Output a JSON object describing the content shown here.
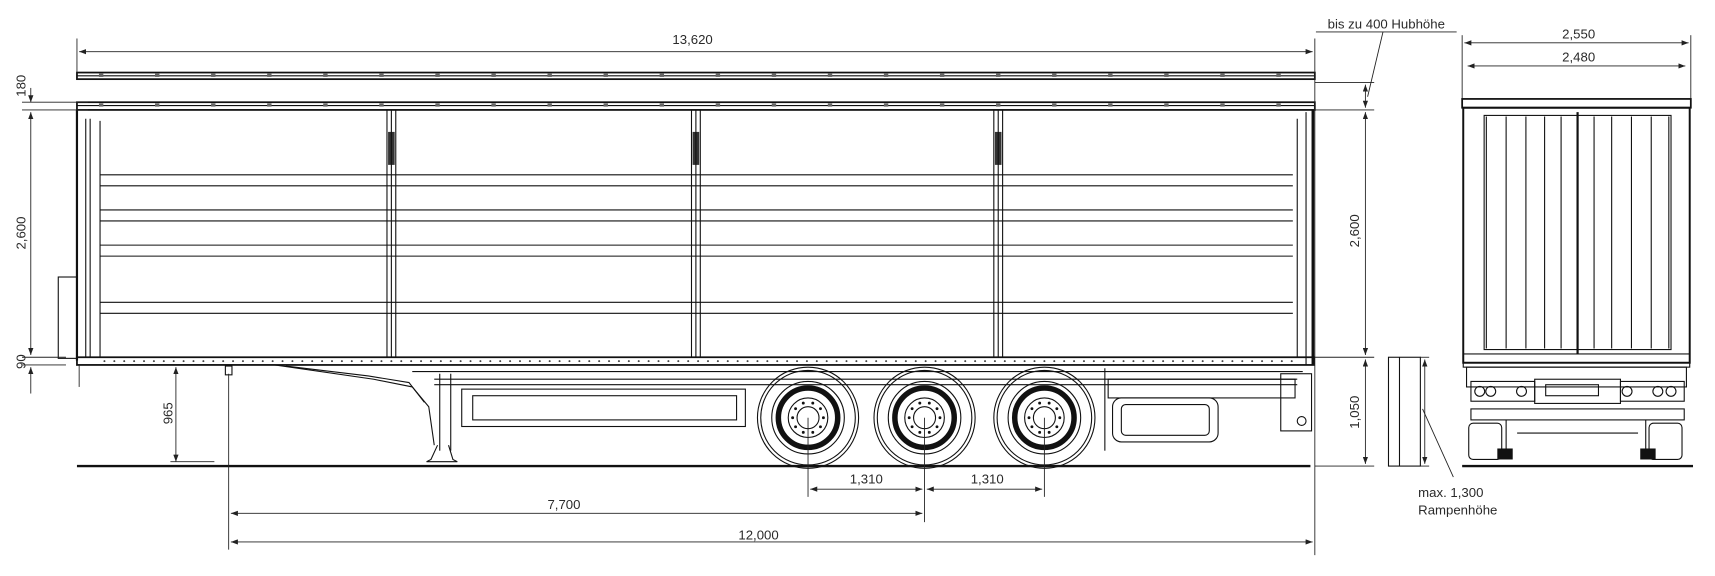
{
  "side_view": {
    "overall_length": "13,620",
    "roof_lift": "180",
    "inner_height_left": "2,600",
    "floor_thickness": "90",
    "support_height": "965",
    "inner_height_right": "2,600",
    "loading_height": "1,050",
    "axle_spacing_1": "1,310",
    "axle_spacing_2": "1,310",
    "kingpin_to_axle": "7,700",
    "kingpin_to_rear": "12,000",
    "lift_note": "bis zu 400 Hubhöhe"
  },
  "ramp": {
    "line1": "max. 1,300",
    "line2": "Rampenhöhe"
  },
  "rear_view": {
    "outer_width": "2,550",
    "inner_width": "2,480"
  }
}
